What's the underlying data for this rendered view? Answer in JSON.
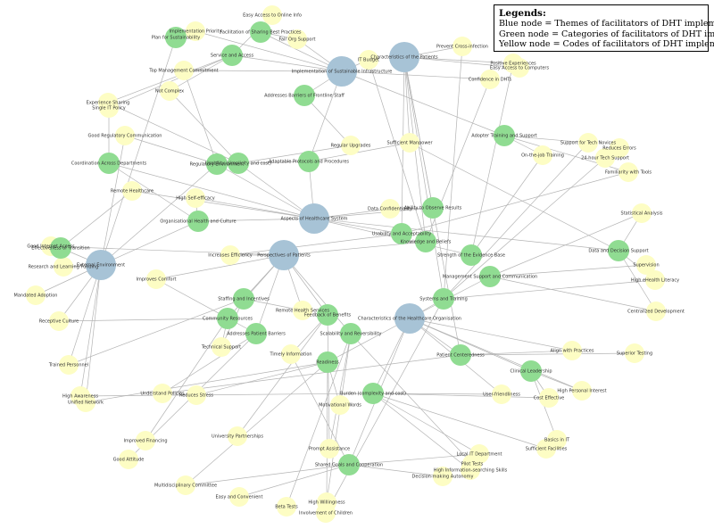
{
  "legend": {
    "title": "Legends:",
    "entries": [
      "Blue node = Themes of facilitators of DHT implementation",
      "Green node = Categories of facilitators of DHT implementation",
      "Yellow node = Codes of facilitators of DHT implementation"
    ]
  },
  "colors": {
    "theme": "#a7c3d6",
    "category": "#90dc92",
    "code": "#fdfdc4",
    "edge": "#b4b4b4",
    "label": "#333333"
  },
  "nodes": [
    {
      "id": "t1",
      "type": "theme",
      "label": "Implementation of Sustainable Infrastructure"
    },
    {
      "id": "t2",
      "type": "theme",
      "label": "Characteristics of the Patients"
    },
    {
      "id": "t3",
      "type": "theme",
      "label": "Aspects of Healthcare System"
    },
    {
      "id": "t4",
      "type": "theme",
      "label": "Perspectives of Patients"
    },
    {
      "id": "t5",
      "type": "theme",
      "label": "Characteristics of the Healthcare Organisation"
    },
    {
      "id": "t6",
      "type": "theme",
      "label": "External Environment"
    },
    {
      "id": "c1",
      "type": "category",
      "label": "Facilitation of Sharing Best Practices"
    },
    {
      "id": "c2",
      "type": "category",
      "label": "Plan for Sustainability"
    },
    {
      "id": "c3",
      "type": "category",
      "label": "Service and Access"
    },
    {
      "id": "c4",
      "type": "category",
      "label": "Addresses Barriers of Frontline Staff"
    },
    {
      "id": "c5",
      "type": "category",
      "label": "Adopter Training and Support"
    },
    {
      "id": "c6",
      "type": "category",
      "label": "Regulatory Environment"
    },
    {
      "id": "c7",
      "type": "category",
      "label": "Usability (simplicity and cost)"
    },
    {
      "id": "c8",
      "type": "category",
      "label": "Adaptable Protocols and Procedures"
    },
    {
      "id": "c9",
      "type": "category",
      "label": "Coordination Across Departments"
    },
    {
      "id": "c10",
      "type": "category",
      "label": "Organisational Health and Culture"
    },
    {
      "id": "c11",
      "type": "category",
      "label": "Ability to Observe Results"
    },
    {
      "id": "c12",
      "type": "category",
      "label": "Usability and Acceptability"
    },
    {
      "id": "c13",
      "type": "category",
      "label": "Knowledge and Beliefs"
    },
    {
      "id": "c14",
      "type": "category",
      "label": "Effectiveness of Transition"
    },
    {
      "id": "c15",
      "type": "category",
      "label": "Strength of the Evidence Base"
    },
    {
      "id": "c16",
      "type": "category",
      "label": "Data and Decision Support"
    },
    {
      "id": "c17",
      "type": "category",
      "label": "Management Support and Communication"
    },
    {
      "id": "c18",
      "type": "category",
      "label": "Systems and Training"
    },
    {
      "id": "c19",
      "type": "category",
      "label": "Staffing and Incentives"
    },
    {
      "id": "c20",
      "type": "category",
      "label": "Feedback of Benefits"
    },
    {
      "id": "c21",
      "type": "category",
      "label": "Community Resources"
    },
    {
      "id": "c22",
      "type": "category",
      "label": "Addresses Patient Barriers"
    },
    {
      "id": "c23",
      "type": "category",
      "label": "Scalability and Reversibility"
    },
    {
      "id": "c24",
      "type": "category",
      "label": "Patient Centeredness"
    },
    {
      "id": "c25",
      "type": "category",
      "label": "Readiness"
    },
    {
      "id": "c26",
      "type": "category",
      "label": "Clinical Leadership"
    },
    {
      "id": "c27",
      "type": "category",
      "label": "Burden (complexity and cost)"
    },
    {
      "id": "c28",
      "type": "category",
      "label": "Shared Goals and Cooperation"
    },
    {
      "id": "y1",
      "type": "code",
      "label": "Easy Access to Online Info"
    },
    {
      "id": "y2",
      "type": "code",
      "label": "Implementation Priority"
    },
    {
      "id": "y3",
      "type": "code",
      "label": "Fair Org Support"
    },
    {
      "id": "y4",
      "type": "code",
      "label": "IT Budget"
    },
    {
      "id": "y5",
      "type": "code",
      "label": "Prevent Cross-infection"
    },
    {
      "id": "y6",
      "type": "code",
      "label": "Positive Experiences"
    },
    {
      "id": "y7",
      "type": "code",
      "label": "Easy Access to Computers"
    },
    {
      "id": "y8",
      "type": "code",
      "label": "Top Management Commitment"
    },
    {
      "id": "y9",
      "type": "code",
      "label": "Confidence in DHTs"
    },
    {
      "id": "y10",
      "type": "code",
      "label": "Not Complex"
    },
    {
      "id": "y11",
      "type": "code",
      "label": "Experience Sharing"
    },
    {
      "id": "y12",
      "type": "code",
      "label": "Single IT Policy"
    },
    {
      "id": "y13",
      "type": "code",
      "label": "Good Regulatory Communication"
    },
    {
      "id": "y14",
      "type": "code",
      "label": "Regular Upgrades"
    },
    {
      "id": "y15",
      "type": "code",
      "label": "Sufficient Manpower"
    },
    {
      "id": "y16",
      "type": "code",
      "label": "Support for Tech Novices"
    },
    {
      "id": "y17",
      "type": "code",
      "label": "Reduces Errors"
    },
    {
      "id": "y18",
      "type": "code",
      "label": "On-the-job Training"
    },
    {
      "id": "y19",
      "type": "code",
      "label": "24-hour Tech Support"
    },
    {
      "id": "y20",
      "type": "code",
      "label": "Familiarity with Tools"
    },
    {
      "id": "y21",
      "type": "code",
      "label": "Remote Healthcare"
    },
    {
      "id": "y22",
      "type": "code",
      "label": "High Self-efficacy"
    },
    {
      "id": "y23",
      "type": "code",
      "label": "Data Confidentiality"
    },
    {
      "id": "y24",
      "type": "code",
      "label": "Statistical Analysis"
    },
    {
      "id": "y25",
      "type": "code",
      "label": "Good Internet Access"
    },
    {
      "id": "y26",
      "type": "code",
      "label": "Increases Efficiency"
    },
    {
      "id": "y27",
      "type": "code",
      "label": "Research and Learning Funding"
    },
    {
      "id": "y28",
      "type": "code",
      "label": "Supervision"
    },
    {
      "id": "y29",
      "type": "code",
      "label": "Improves Comfort"
    },
    {
      "id": "y30",
      "type": "code",
      "label": "High eHealth Literacy"
    },
    {
      "id": "y31",
      "type": "code",
      "label": "Mandated Adoption"
    },
    {
      "id": "y32",
      "type": "code",
      "label": "Centralized Development"
    },
    {
      "id": "y33",
      "type": "code",
      "label": "Remote Health Services"
    },
    {
      "id": "y34",
      "type": "code",
      "label": "Receptive Culture"
    },
    {
      "id": "y35",
      "type": "code",
      "label": "Technical Support"
    },
    {
      "id": "y36",
      "type": "code",
      "label": "Align with Practices"
    },
    {
      "id": "y37",
      "type": "code",
      "label": "Timely Information"
    },
    {
      "id": "y38",
      "type": "code",
      "label": "Superior Testing"
    },
    {
      "id": "y39",
      "type": "code",
      "label": "Trained Personnel"
    },
    {
      "id": "y40",
      "type": "code",
      "label": "High Personal Interest"
    },
    {
      "id": "y41",
      "type": "code",
      "label": "Understand Policies"
    },
    {
      "id": "y42",
      "type": "code",
      "label": "Reduces Stress"
    },
    {
      "id": "y43",
      "type": "code",
      "label": "User-friendliness"
    },
    {
      "id": "y44",
      "type": "code",
      "label": "Cost Effective"
    },
    {
      "id": "y45",
      "type": "code",
      "label": "High Awareness"
    },
    {
      "id": "y46",
      "type": "code",
      "label": "Unified Network"
    },
    {
      "id": "y47",
      "type": "code",
      "label": "Motivational Words"
    },
    {
      "id": "y48",
      "type": "code",
      "label": "Improved Financing"
    },
    {
      "id": "y49",
      "type": "code",
      "label": "Basics in IT"
    },
    {
      "id": "y50",
      "type": "code",
      "label": "University Partnerships"
    },
    {
      "id": "y51",
      "type": "code",
      "label": "Sufficient Facilities"
    },
    {
      "id": "y52",
      "type": "code",
      "label": "Prompt Assistance"
    },
    {
      "id": "y53",
      "type": "code",
      "label": "Good Attitude"
    },
    {
      "id": "y54",
      "type": "code",
      "label": "Local IT Department"
    },
    {
      "id": "y55",
      "type": "code",
      "label": "Pilot Tests"
    },
    {
      "id": "y56",
      "type": "code",
      "label": "High Information-searching Skills"
    },
    {
      "id": "y57",
      "type": "code",
      "label": "Decision-making Autonomy"
    },
    {
      "id": "y58",
      "type": "code",
      "label": "Multidisciplinary Committee"
    },
    {
      "id": "y59",
      "type": "code",
      "label": "Easy and Convenient"
    },
    {
      "id": "y60",
      "type": "code",
      "label": "Beta Tests"
    },
    {
      "id": "y61",
      "type": "code",
      "label": "High Willingness"
    },
    {
      "id": "y62",
      "type": "code",
      "label": "Involvement of Children"
    }
  ],
  "edges": [
    [
      "t1",
      "c1"
    ],
    [
      "t1",
      "c3"
    ],
    [
      "t1",
      "c4"
    ],
    [
      "t1",
      "c8"
    ],
    [
      "t1",
      "c5"
    ],
    [
      "t1",
      "y4"
    ],
    [
      "t1",
      "y2"
    ],
    [
      "t1",
      "y8"
    ],
    [
      "t1",
      "y3"
    ],
    [
      "t1",
      "y9"
    ],
    [
      "t2",
      "c11"
    ],
    [
      "t2",
      "c13"
    ],
    [
      "t2",
      "c12"
    ],
    [
      "t2",
      "c24"
    ],
    [
      "t2",
      "y5"
    ],
    [
      "t2",
      "y6"
    ],
    [
      "t2",
      "y7"
    ],
    [
      "t2",
      "y15"
    ],
    [
      "t2",
      "c18"
    ],
    [
      "t3",
      "c6"
    ],
    [
      "t3",
      "c7"
    ],
    [
      "t3",
      "c9"
    ],
    [
      "t3",
      "c10"
    ],
    [
      "t3",
      "c11"
    ],
    [
      "t3",
      "c12"
    ],
    [
      "t3",
      "c15"
    ],
    [
      "t3",
      "c16"
    ],
    [
      "t3",
      "y21"
    ],
    [
      "t3",
      "y22"
    ],
    [
      "t3",
      "y23"
    ],
    [
      "t3",
      "c8"
    ],
    [
      "t4",
      "c19"
    ],
    [
      "t4",
      "c20"
    ],
    [
      "t4",
      "c21"
    ],
    [
      "t4",
      "c22"
    ],
    [
      "t4",
      "c23"
    ],
    [
      "t4",
      "c13"
    ],
    [
      "t4",
      "y26"
    ],
    [
      "t4",
      "y29"
    ],
    [
      "t4",
      "y33"
    ],
    [
      "t4",
      "y25"
    ],
    [
      "t5",
      "c17"
    ],
    [
      "t5",
      "c18"
    ],
    [
      "t5",
      "c24"
    ],
    [
      "t5",
      "c25"
    ],
    [
      "t5",
      "c26"
    ],
    [
      "t5",
      "c27"
    ],
    [
      "t5",
      "c28"
    ],
    [
      "t5",
      "y36"
    ],
    [
      "t5",
      "y40"
    ],
    [
      "t5",
      "y43"
    ],
    [
      "t6",
      "c14"
    ],
    [
      "t6",
      "c2"
    ],
    [
      "t6",
      "c6"
    ],
    [
      "t6",
      "c10"
    ],
    [
      "t6",
      "y27"
    ],
    [
      "t6",
      "y31"
    ],
    [
      "t6",
      "y34"
    ],
    [
      "t6",
      "y39"
    ],
    [
      "t6",
      "y45"
    ],
    [
      "t6",
      "y46"
    ],
    [
      "t6",
      "y13"
    ],
    [
      "c1",
      "y1"
    ],
    [
      "c1",
      "y3"
    ],
    [
      "c2",
      "y2"
    ],
    [
      "c3",
      "y10"
    ],
    [
      "c3",
      "y11"
    ],
    [
      "c3",
      "y12"
    ],
    [
      "c4",
      "y14"
    ],
    [
      "c5",
      "y16"
    ],
    [
      "c5",
      "y18"
    ],
    [
      "c5",
      "y20"
    ],
    [
      "c6",
      "y13"
    ],
    [
      "c7",
      "y10"
    ],
    [
      "c7",
      "y14"
    ],
    [
      "c8",
      "y15"
    ],
    [
      "c9",
      "y12"
    ],
    [
      "c10",
      "y22"
    ],
    [
      "c11",
      "y23"
    ],
    [
      "c12",
      "y26"
    ],
    [
      "c13",
      "y9"
    ],
    [
      "c14",
      "y25"
    ],
    [
      "c15",
      "y6"
    ],
    [
      "c16",
      "y24"
    ],
    [
      "c16",
      "y30"
    ],
    [
      "c17",
      "y28"
    ],
    [
      "c17",
      "y32"
    ],
    [
      "c18",
      "y16"
    ],
    [
      "c18",
      "y19"
    ],
    [
      "c19",
      "y33"
    ],
    [
      "c20",
      "y37"
    ],
    [
      "c21",
      "y35"
    ],
    [
      "c22",
      "y41"
    ],
    [
      "c22",
      "y29"
    ],
    [
      "c23",
      "y55"
    ],
    [
      "c23",
      "y60"
    ],
    [
      "c24",
      "y36"
    ],
    [
      "c24",
      "y38"
    ],
    [
      "c25",
      "y42"
    ],
    [
      "c25",
      "y47"
    ],
    [
      "c26",
      "y40"
    ],
    [
      "c26",
      "y44"
    ],
    [
      "c27",
      "y43"
    ],
    [
      "c27",
      "y51"
    ],
    [
      "c27",
      "y44"
    ],
    [
      "c28",
      "y54"
    ],
    [
      "c28",
      "y58"
    ],
    [
      "c28",
      "y57"
    ],
    [
      "c28",
      "y59"
    ],
    [
      "y17",
      "y19"
    ],
    [
      "y48",
      "c21"
    ],
    [
      "y50",
      "c20"
    ],
    [
      "y53",
      "c22"
    ],
    [
      "y52",
      "c23"
    ],
    [
      "y61",
      "c25"
    ],
    [
      "y62",
      "c18"
    ],
    [
      "y49",
      "c26"
    ],
    [
      "y56",
      "c27"
    ],
    [
      "y21",
      "c14"
    ],
    [
      "y11",
      "c7"
    ],
    [
      "y8",
      "c6"
    ],
    [
      "y39",
      "c19"
    ],
    [
      "y46",
      "c25"
    ],
    [
      "y41",
      "c24"
    ],
    [
      "y45",
      "c27"
    ],
    [
      "y15",
      "c16"
    ],
    [
      "y18",
      "c15"
    ],
    [
      "y20",
      "c12"
    ],
    [
      "y24",
      "c17"
    ],
    [
      "y30",
      "c18"
    ],
    [
      "y32",
      "c16"
    ],
    [
      "y34",
      "c21"
    ],
    [
      "y37",
      "c28"
    ],
    [
      "y4",
      "c13"
    ],
    [
      "y5",
      "c18"
    ],
    [
      "y1",
      "c3"
    ],
    [
      "c9",
      "c10"
    ],
    [
      "c6",
      "c8"
    ],
    [
      "c19",
      "y35"
    ],
    [
      "c20",
      "y52"
    ],
    [
      "c25",
      "y58"
    ],
    [
      "c23",
      "y61"
    ],
    [
      "c27",
      "y54"
    ]
  ]
}
